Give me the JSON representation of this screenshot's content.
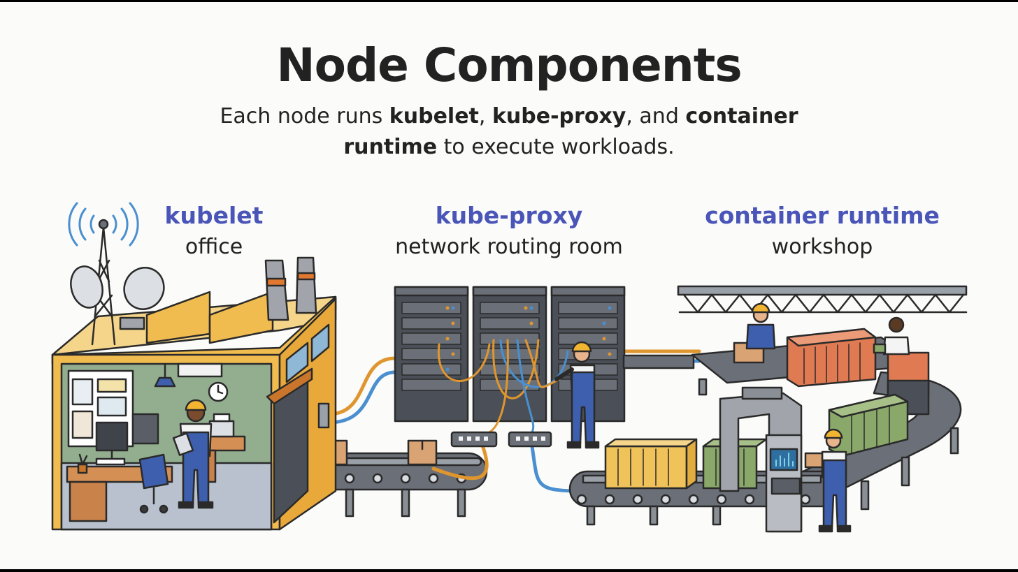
{
  "header": {
    "title": "Node Components",
    "subtitle_parts": [
      {
        "text": "Each node runs ",
        "bold": false
      },
      {
        "text": "kubelet",
        "bold": true
      },
      {
        "text": ", ",
        "bold": false
      },
      {
        "text": "kube-proxy",
        "bold": true
      },
      {
        "text": ", and ",
        "bold": false
      },
      {
        "text": "container runtime",
        "bold": true
      },
      {
        "text": " to execute workloads.",
        "bold": false
      }
    ]
  },
  "components": [
    {
      "name": "kubelet",
      "desc": "office"
    },
    {
      "name": "kube-proxy",
      "desc": "network routing room"
    },
    {
      "name": "container runtime",
      "desc": "workshop"
    }
  ],
  "colors": {
    "accent": "#4a55b8",
    "text": "#222222",
    "building": "#f0bb4f",
    "server": "#4b4f57",
    "cable_orange": "#e0962f",
    "cable_blue": "#4a8fcf",
    "container_orange": "#e07a52",
    "container_green": "#8aa86a",
    "container_yellow": "#f0c35a",
    "worker_blue": "#3d5fad",
    "helmet": "#f2b532"
  }
}
